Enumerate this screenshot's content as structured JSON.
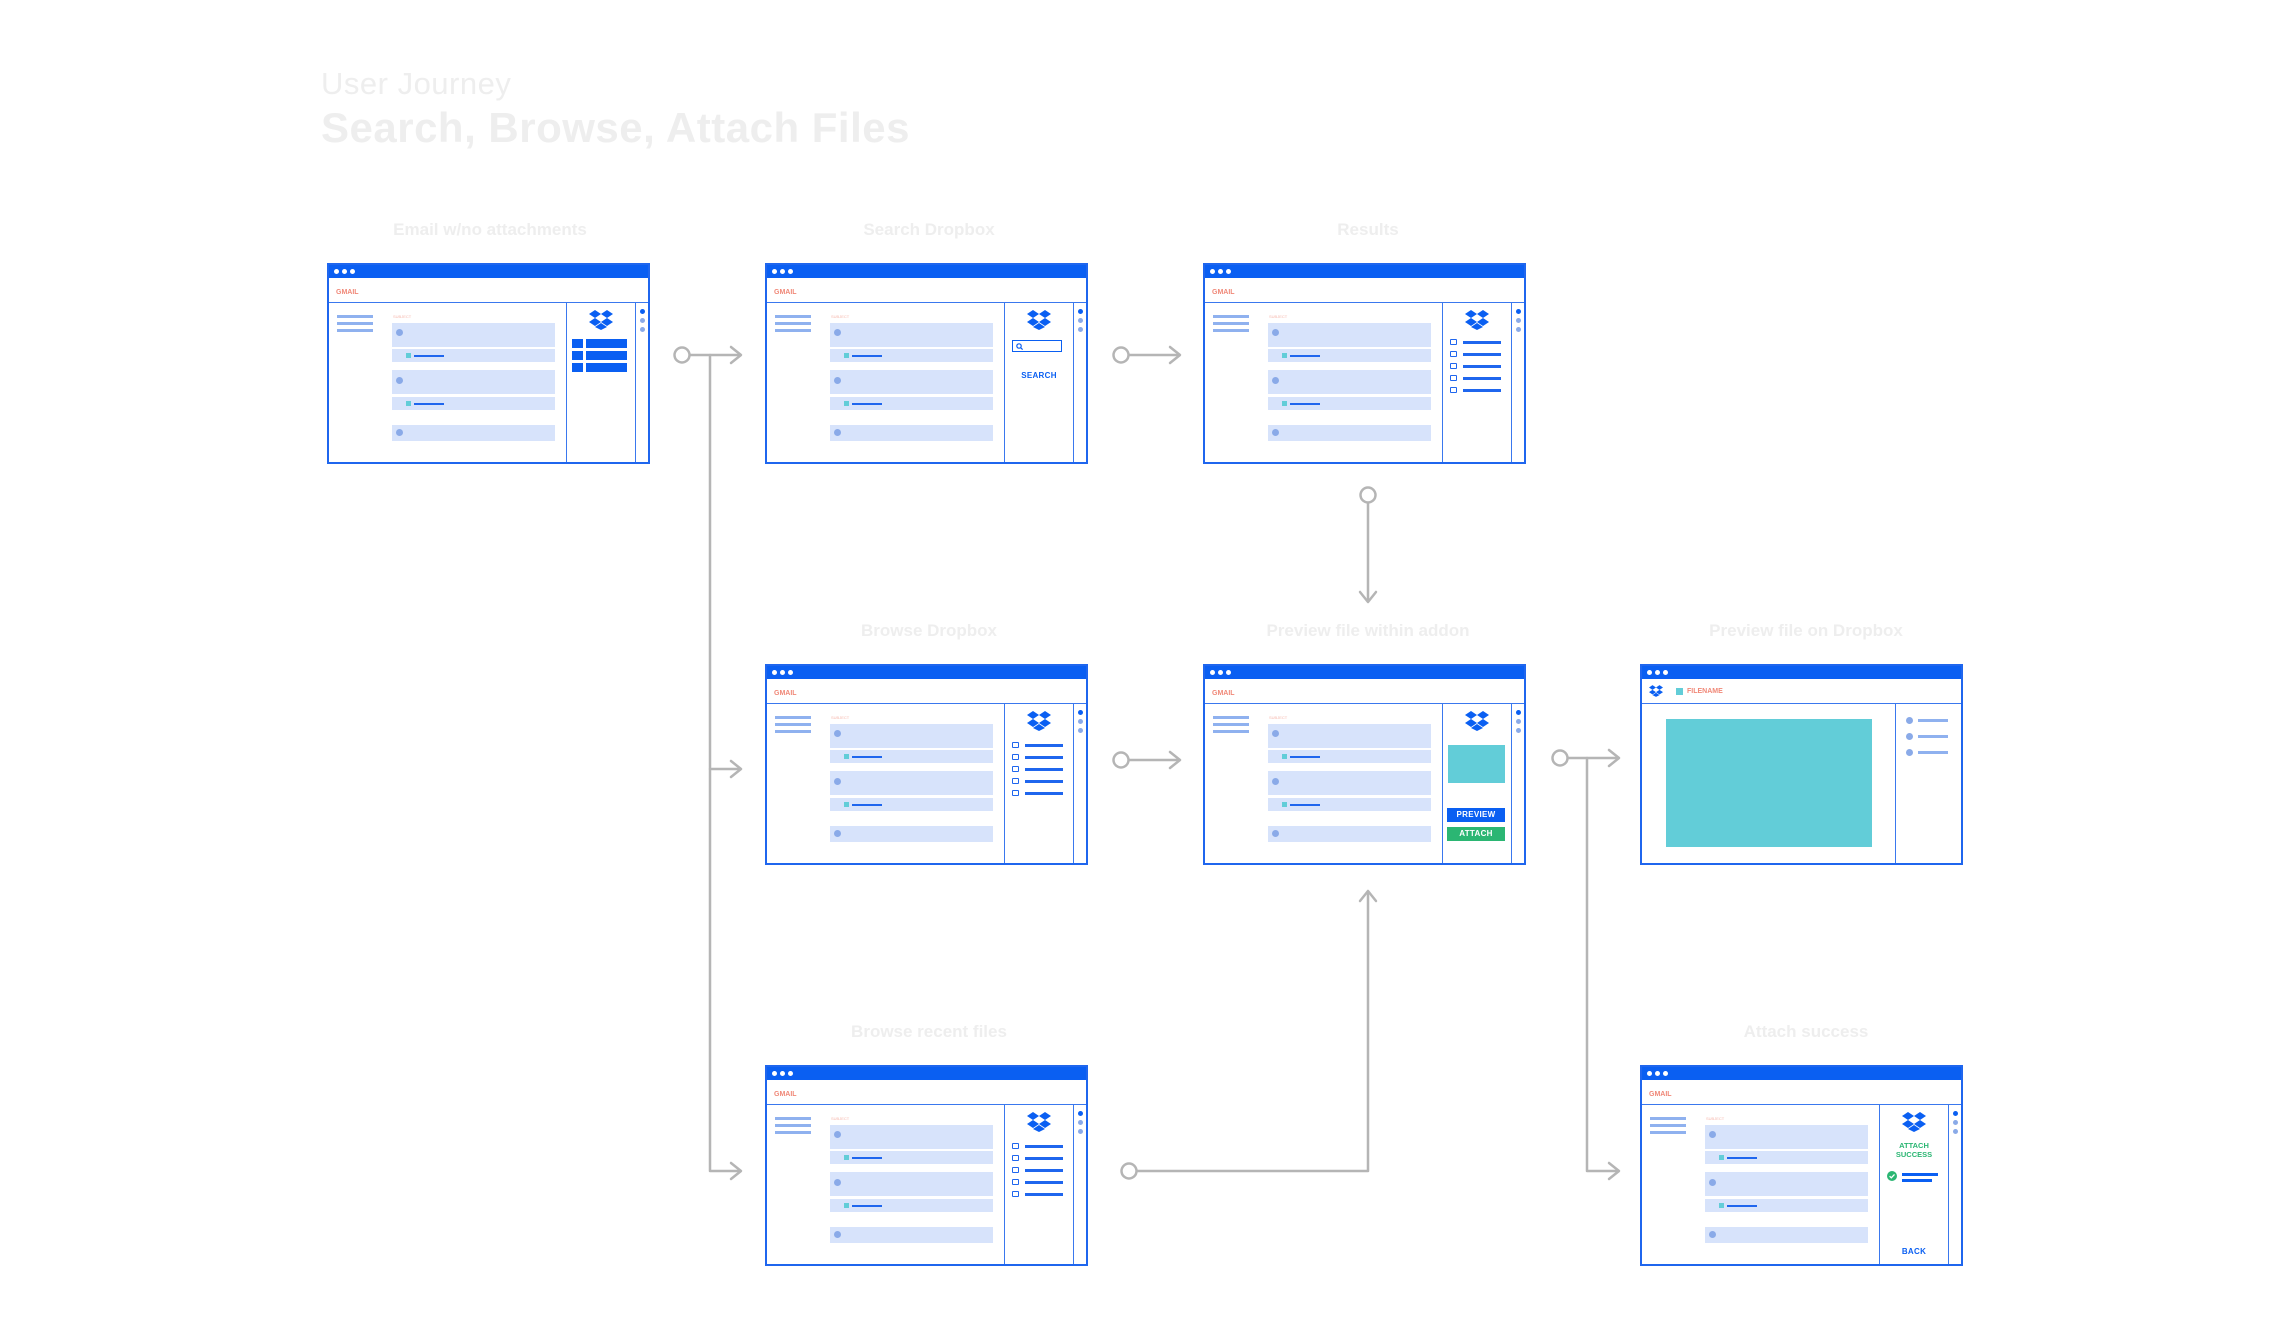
{
  "header": {
    "subtitle": "User Journey",
    "title": "Search, Browse, Attach Files"
  },
  "common": {
    "gmail": "GMAIL",
    "subject": "SUBJECT"
  },
  "screens": {
    "email": {
      "label": "Email w/no attachments"
    },
    "search": {
      "label": "Search Dropbox",
      "search_button": "SEARCH"
    },
    "results": {
      "label": "Results"
    },
    "browse": {
      "label": "Browse Dropbox"
    },
    "preview_addon": {
      "label": "Preview file within addon",
      "preview_button": "PREVIEW",
      "attach_button": "ATTACH"
    },
    "preview_dropbox": {
      "label": "Preview file on Dropbox",
      "filename": "FILENAME"
    },
    "recent": {
      "label": "Browse recent files"
    },
    "success": {
      "label": "Attach success",
      "success_line1": "ATTACH",
      "success_line2": "SUCCESS",
      "back_button": "BACK"
    }
  },
  "icons": [
    "dropbox-icon",
    "search-icon",
    "folder-icon",
    "check-icon"
  ],
  "colors": {
    "primary": "#0a5ff2",
    "cyan": "#62cdd8",
    "green": "#2bb673",
    "gmail": "#f08878",
    "card": "#d7e3fb",
    "connector": "#b5b5b5"
  }
}
